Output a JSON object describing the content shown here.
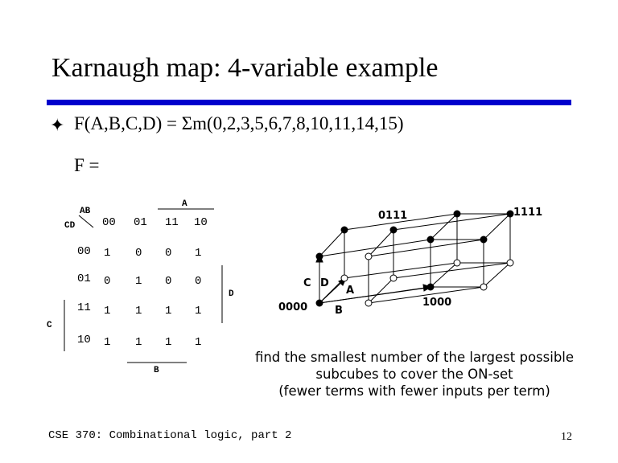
{
  "slide": {
    "title": "Karnaugh map: 4-variable example",
    "bullet_symbol": "✦",
    "function_line": "F(A,B,C,D) = Σm(0,2,3,5,6,7,8,10,11,14,15)",
    "f_label": "F ="
  },
  "kmap": {
    "row_var_label": "AB",
    "col_var_label": "CD",
    "label_A": "A",
    "label_B": "B",
    "label_C": "C",
    "label_D": "D",
    "column_headers": [
      "00",
      "01",
      "11",
      "10"
    ],
    "row_headers": [
      "00",
      "01",
      "11",
      "10"
    ],
    "cells": [
      [
        "1",
        "0",
        "0",
        "1"
      ],
      [
        "0",
        "1",
        "0",
        "0"
      ],
      [
        "1",
        "1",
        "1",
        "1"
      ],
      [
        "1",
        "1",
        "1",
        "1"
      ]
    ]
  },
  "cube": {
    "label_0111": "0111",
    "label_1111": "1111",
    "label_0000": "0000",
    "label_1000": "1000",
    "label_C": "C",
    "label_D": "D",
    "label_A": "A",
    "label_B": "B"
  },
  "caption": {
    "line1": "find the smallest number of the largest possible",
    "line2": "subcubes to cover the ON-set",
    "line3": "(fewer terms with fewer inputs per term)"
  },
  "footer": {
    "course": "CSE 370: Combinational logic, part 2",
    "page": "12"
  }
}
